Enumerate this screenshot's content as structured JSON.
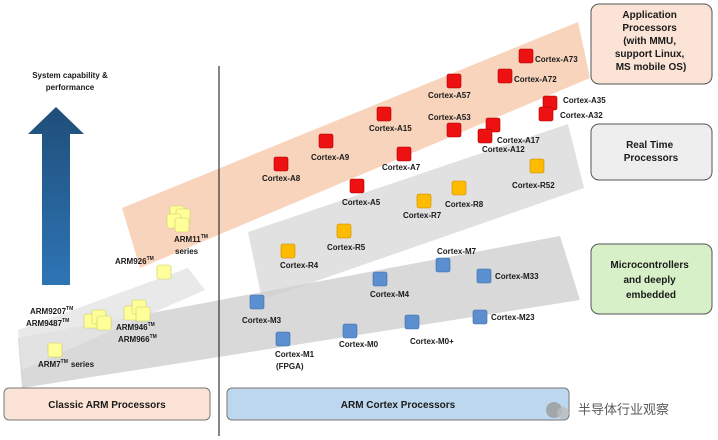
{
  "axis": {
    "line1": "System capability &",
    "line2": "performance"
  },
  "bands": {
    "application": {
      "title_lines": [
        "Application",
        "Processors",
        "(with MMU,",
        "support Linux,",
        "MS mobile OS)"
      ]
    },
    "realtime": {
      "title_lines": [
        "Real Time",
        "Processors"
      ]
    },
    "micro": {
      "title_lines": [
        "Microcontrollers",
        "and deeply",
        "embedded"
      ]
    }
  },
  "footer": {
    "classic": "Classic ARM Processors",
    "cortex": "ARM Cortex Processors"
  },
  "watermark": {
    "text": "半导体行业观察"
  },
  "colors": {
    "application": "#ee1111",
    "realtime": "#ffbb00",
    "micro": "#5b8fcf",
    "classic": "#ffff99",
    "app_band": "#f8cfb6",
    "rt_band": "#d9d9d9",
    "micro_band": "#cccccc",
    "classic_footer": "#fbe3d6",
    "cortex_footer": "#bdd7ee",
    "micro_box": "#d8f0c8",
    "arrow": "#1f4e79"
  },
  "processors": {
    "application": [
      "Cortex-A73",
      "Cortex-A72",
      "Cortex-A57",
      "Cortex-A35",
      "Cortex-A32",
      "Cortex-A53",
      "Cortex-A17",
      "Cortex-A12",
      "Cortex-A15",
      "Cortex-A9",
      "Cortex-A7",
      "Cortex-A8",
      "Cortex-A5"
    ],
    "realtime": [
      "Cortex-R52",
      "Cortex-R7",
      "Cortex-R8",
      "Cortex-R5",
      "Cortex-R4"
    ],
    "micro": [
      "Cortex-M7",
      "Cortex-M33",
      "Cortex-M4",
      "Cortex-M3",
      "Cortex-M23",
      "Cortex-M0+",
      "Cortex-M0",
      "Cortex-M1",
      "(FPGA)"
    ],
    "classic": [
      {
        "name": "ARM11",
        "tm": "TM",
        "suffix": "series"
      },
      {
        "name": "ARM926",
        "tm": "TM",
        "suffix": ""
      },
      {
        "name": "ARM9207",
        "tm": "TM",
        "suffix": ""
      },
      {
        "name": "ARM9487",
        "tm": "TM",
        "suffix": ""
      },
      {
        "name": "ARM946",
        "tm": "TM",
        "suffix": ""
      },
      {
        "name": "ARM966",
        "tm": "TM",
        "suffix": ""
      },
      {
        "name": "ARM7",
        "tm": "TM",
        "suffix": "series"
      }
    ]
  }
}
